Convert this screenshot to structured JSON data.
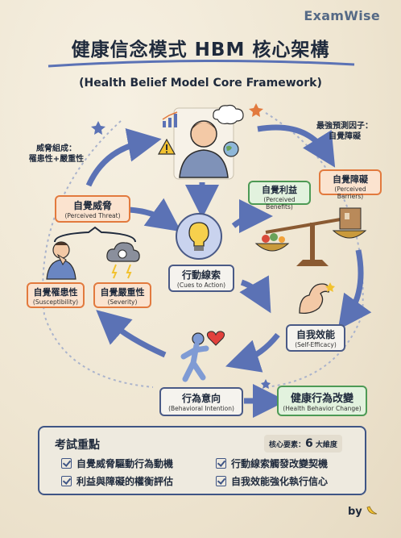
{
  "brand": "ExamWise",
  "title": "健康信念模式 HBM 核心架構",
  "subtitle": "(Health Belief Model Core Framework)",
  "notes": {
    "threat_components": "威脅組成：\n罹患性+嚴重性",
    "strongest_predictor": "最強預測因子：\n自覺障礙"
  },
  "nodes": {
    "perceived_threat": {
      "zh": "自覺威脅",
      "en": "(Perceived Threat)"
    },
    "susceptibility": {
      "zh": "自覺罹患性",
      "en": "(Susceptibility)"
    },
    "severity": {
      "zh": "自覺嚴重性",
      "en": "(Severity)"
    },
    "cues": {
      "zh": "行動線索",
      "en": "(Cues to Action)"
    },
    "benefits": {
      "zh": "自覺利益",
      "en": "(Perceived Benefits)"
    },
    "barriers": {
      "zh": "自覺障礙",
      "en": "(Perceived Barriers)"
    },
    "self_efficacy": {
      "zh": "自我效能",
      "en": "(Self-Efficacy)"
    },
    "intention": {
      "zh": "行為意向",
      "en": "(Behavioral Intention)"
    },
    "behavior_change": {
      "zh": "健康行為改變",
      "en": "(Health Behavior Change)"
    }
  },
  "summary": {
    "title": "考試重點",
    "badge_label": "核心要素：",
    "badge_value": "6",
    "badge_unit": "大維度",
    "items": [
      "自覺威脅驅動行為動機",
      "行動線索觸發改變契機",
      "利益與障礙的權衡評估",
      "自我效能強化執行信心"
    ]
  },
  "footer": {
    "by": "by"
  },
  "icons": [
    "person-thinking-icon",
    "chart-icon",
    "warning-icon",
    "globe-icon",
    "thought-bubble-icon",
    "lightbulb-icon",
    "scale-icon",
    "flexed-arm-icon",
    "walking-person-icon",
    "heart-icon",
    "coughing-person-icon",
    "storm-cloud-icon",
    "star-icon",
    "banana-icon"
  ],
  "colors": {
    "orange": "#e27a3e",
    "green": "#4d9a55",
    "navy": "#4a5a86",
    "arrow": "#5b72b5"
  }
}
